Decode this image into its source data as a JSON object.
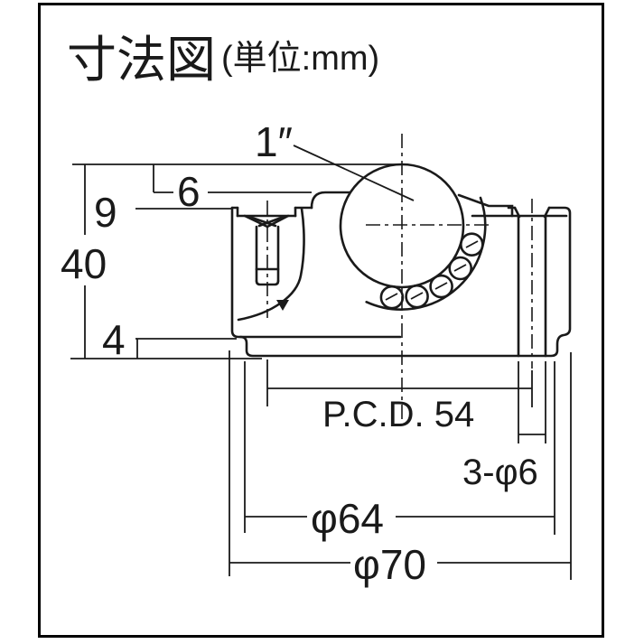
{
  "title": {
    "main": "寸法図",
    "unit": "(単位:mm)"
  },
  "drawing": {
    "type": "ball-transfer-unit-cross-section",
    "dimensions": {
      "ball_diameter": "1″",
      "ball_top_to_cap_top": "6",
      "ball_protrusion": "9",
      "total_height": "40",
      "base_step_height": "4",
      "pitch_circle_diameter": "P.C.D. 54",
      "mounting_holes": "3-φ6",
      "base_diameter": "φ64",
      "outer_diameter": "φ70"
    }
  },
  "colors": {
    "line": "#1a1a1a",
    "frame": "#000000",
    "background": "#ffffff"
  }
}
